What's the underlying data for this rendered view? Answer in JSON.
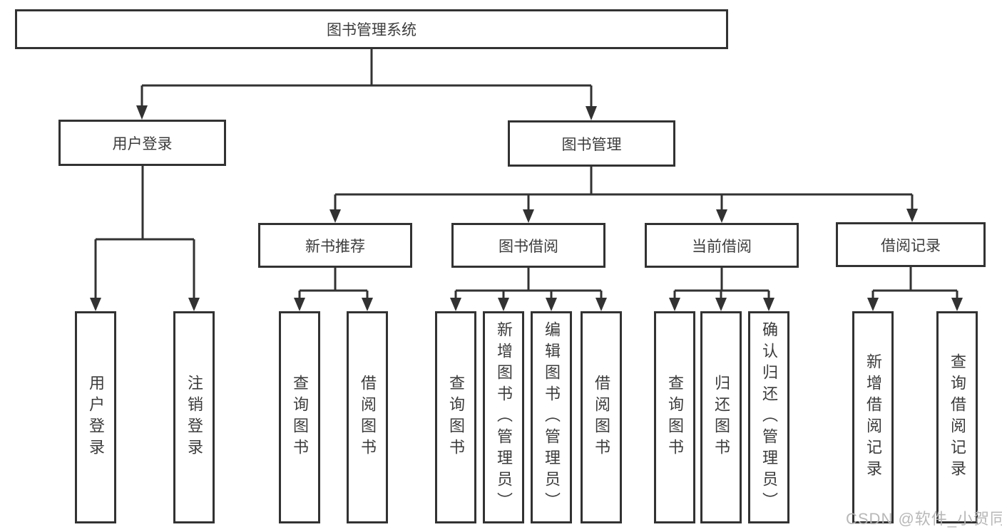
{
  "diagram": {
    "root": {
      "label": "图书管理系统"
    },
    "children": [
      {
        "label": "用户登录",
        "children": [
          {
            "label": "用户登录"
          },
          {
            "label": "注销登录"
          }
        ]
      },
      {
        "label": "图书管理",
        "children": [
          {
            "label": "新书推荐",
            "children": [
              {
                "label": "查询图书"
              },
              {
                "label": "借阅图书"
              }
            ]
          },
          {
            "label": "图书借阅",
            "children": [
              {
                "label": "查询图书"
              },
              {
                "label": "新增图书（管理员）"
              },
              {
                "label": "编辑图书（管理员）"
              },
              {
                "label": "借阅图书"
              }
            ]
          },
          {
            "label": "当前借阅",
            "children": [
              {
                "label": "查询图书"
              },
              {
                "label": "归还图书"
              },
              {
                "label": "确认归还（管理员）"
              }
            ]
          },
          {
            "label": "借阅记录",
            "children": [
              {
                "label": "新增借阅记录"
              },
              {
                "label": "查询借阅记录"
              }
            ]
          }
        ]
      }
    ]
  },
  "watermark": {
    "text": "CSDN @软件_小贺同学"
  },
  "colors": {
    "line": "#323232",
    "text": "#3c3c3c",
    "watermark": "#b4b4b4",
    "background": "#ffffff"
  }
}
